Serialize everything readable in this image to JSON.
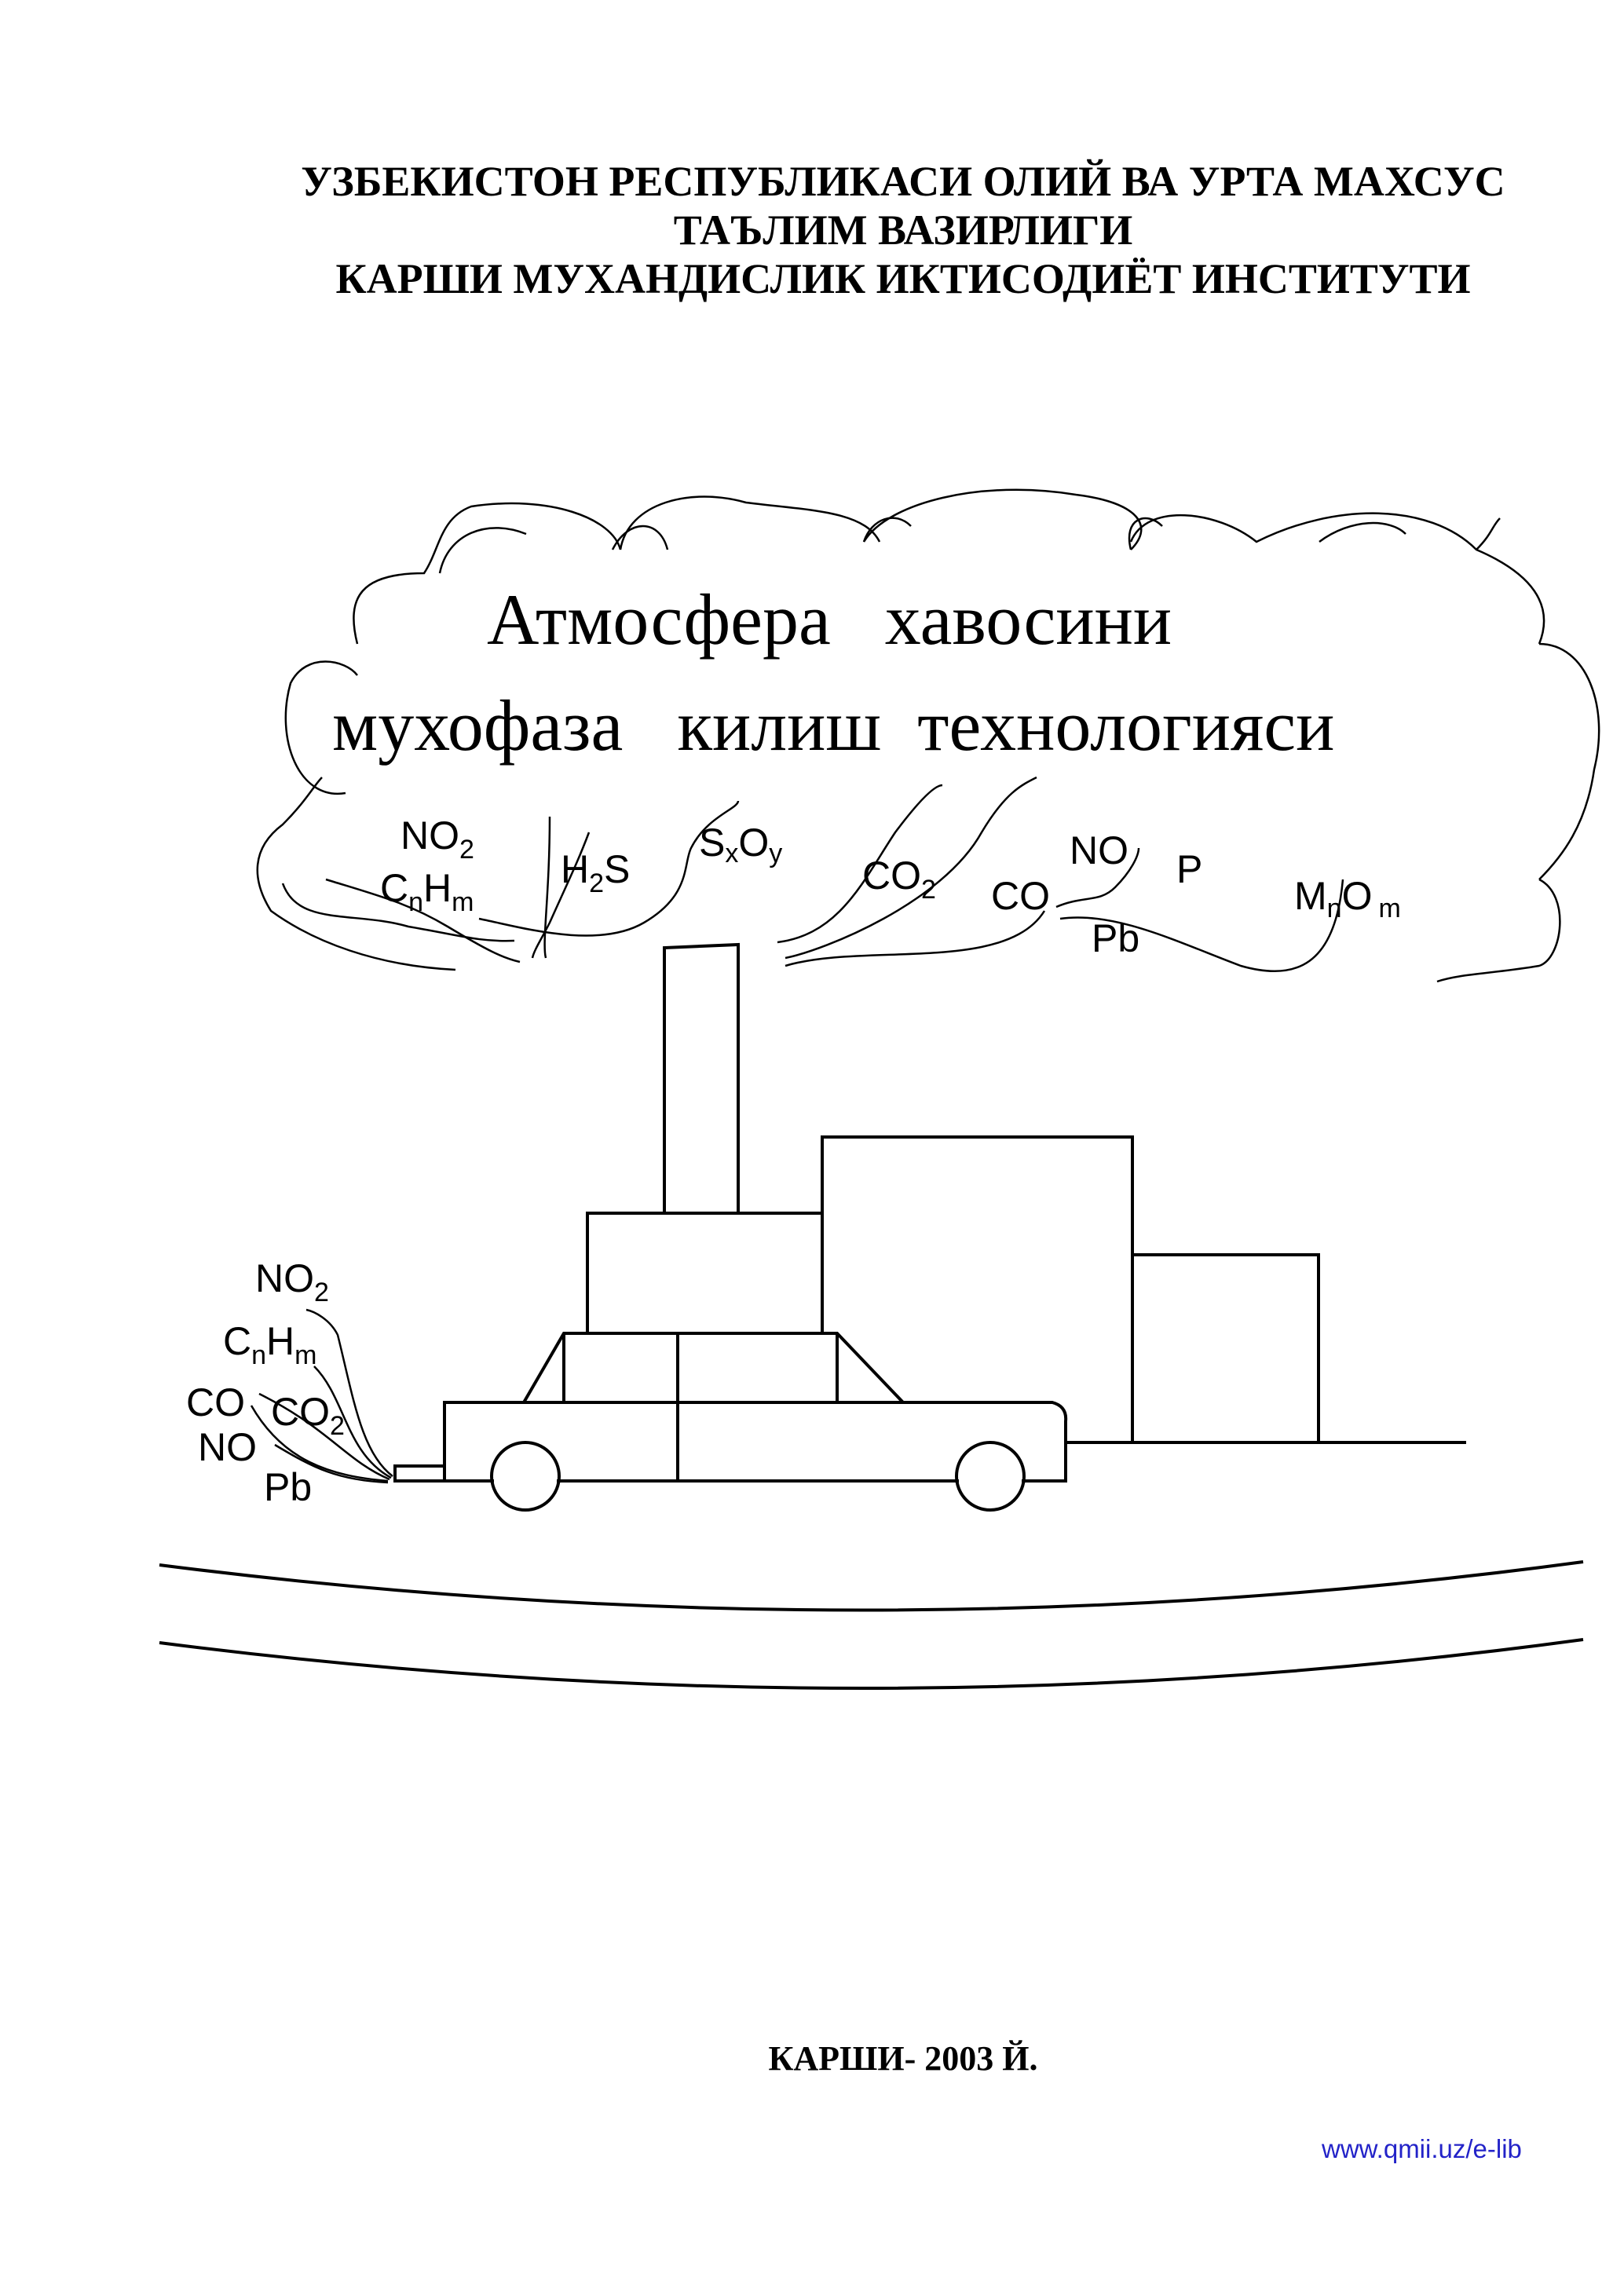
{
  "header": {
    "line1": "УЗБЕКИСТОН РЕСПУБЛИКАСИ ОЛИЙ ВА УРТА МАХСУС",
    "line2": "ТАЪЛИМ ВАЗИРЛИГИ",
    "line3": "КАРШИ МУХАНДИСЛИК ИКТИСОДИЁТ ИНСТИТУТИ"
  },
  "title": {
    "line1": "Атмосфера   хавосини",
    "line2": "мухофаза   килиш  технологияси"
  },
  "smoke_labels": {
    "no2": {
      "base": "NO",
      "sub": "2"
    },
    "cnhm": {
      "a": "C",
      "n": "n",
      "b": "H",
      "m": "m"
    },
    "h2s": {
      "a": "H",
      "sub": "2",
      "b": "S"
    },
    "sxoy": {
      "a": "S",
      "x": "x",
      "b": "O",
      "y": "y"
    },
    "co2": {
      "base": "CO",
      "sub": "2"
    },
    "co": "CO",
    "no": "NO",
    "p": "P",
    "pb": "Pb",
    "mnom": {
      "a": "M",
      "n": "n",
      "b": "O",
      "m": "m"
    }
  },
  "exhaust_labels": {
    "no2": {
      "base": "NO",
      "sub": "2"
    },
    "cnhm": {
      "a": "C",
      "n": "n",
      "b": "H",
      "m": "m"
    },
    "co": "CO",
    "co2": {
      "base": "CO",
      "sub": "2"
    },
    "no": "NO",
    "pb": "Pb"
  },
  "footer": {
    "place_year": "КАРШИ- 2003 Й.",
    "url": "www.qmii.uz/e-lib"
  },
  "colors": {
    "url": "#2323c8"
  }
}
